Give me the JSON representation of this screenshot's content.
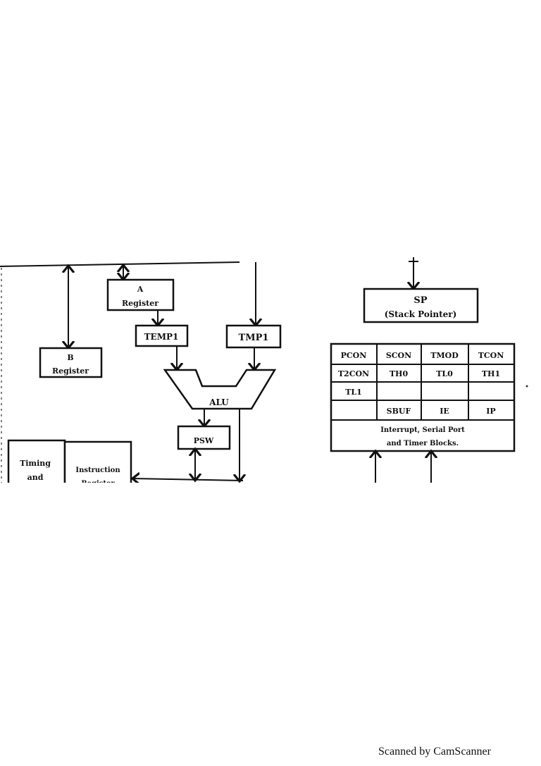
{
  "diagram": {
    "a_register": {
      "line1": "A",
      "line2": "Register"
    },
    "b_register": {
      "line1": "B",
      "line2": "Register"
    },
    "temp1": "TEMP1",
    "tmp1": "TMP1",
    "alu": "ALU",
    "psw": "PSW",
    "timing": {
      "line1": "Timing",
      "line2": "and"
    },
    "instruction": {
      "line1": "Instruction",
      "line2": "Register"
    },
    "sp": {
      "line1": "SP",
      "line2": "(Stack Pointer)"
    },
    "sfr_table": {
      "rows": [
        [
          "PCON",
          "SCON",
          "TMOD",
          "TCON"
        ],
        [
          "T2CON",
          "TH0",
          "TL0",
          "TH1"
        ],
        [
          "TL1",
          "",
          "",
          ""
        ],
        [
          "",
          "SBUF",
          "IE",
          "IP"
        ]
      ],
      "footer_line1": "Interrupt, Serial Port",
      "footer_line2": "and Timer Blocks."
    }
  },
  "watermark": "Scanned by CamScanner"
}
